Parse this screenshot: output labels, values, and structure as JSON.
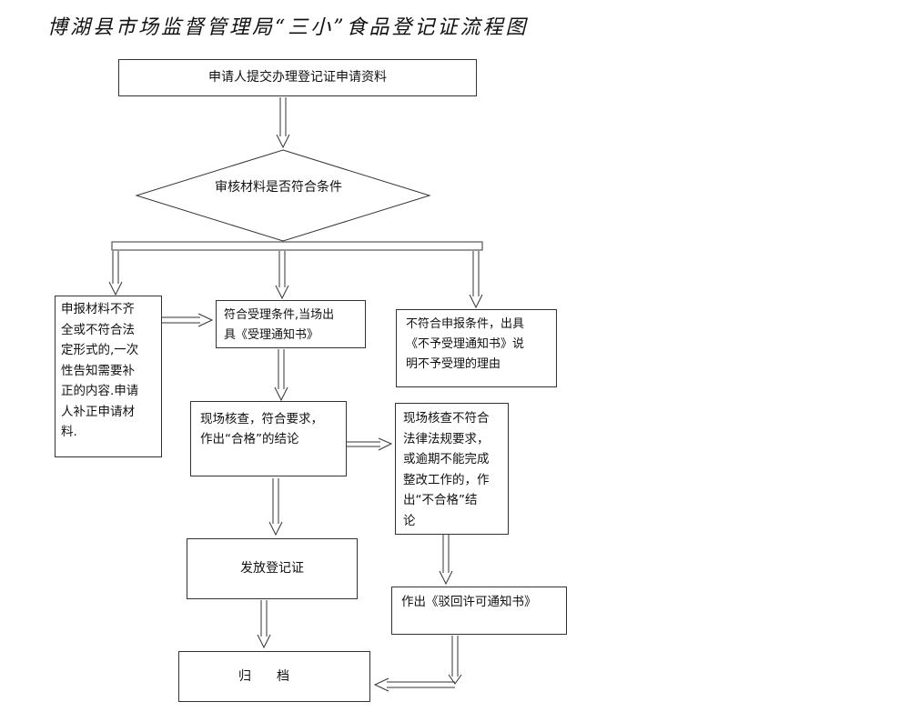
{
  "title": "博湖县市场监督管理局“三小”食品登记证流程图",
  "nodes": {
    "submit": "申请人提交办理登记证申请资料",
    "review": "审核材料是否符合条件",
    "incomplete_lines": [
      "申报材料不齐",
      "全或不符合法",
      "定形式的,一次",
      "性告知需要补",
      "正的内容.申请",
      "人补正申请材",
      "料."
    ],
    "accept_lines": [
      "符合受理条件,当场出",
      "具《受理通知书》"
    ],
    "reject_lines": [
      "不符合申报条件，出具",
      "《不予受理通知书》说",
      "明不予受理的理由"
    ],
    "inspect_pass_lines": [
      "现场核查，符合要求，",
      "作出“合格”的结论"
    ],
    "inspect_fail_lines": [
      "现场核查不符合",
      "法律法规要求，",
      "或逾期不能完成",
      "整改工作的，作",
      "出“不合格”结",
      "论"
    ],
    "issue": "发放登记证",
    "reject_notice": "作出《驳回许可通知书》",
    "archive": "归　　档"
  }
}
